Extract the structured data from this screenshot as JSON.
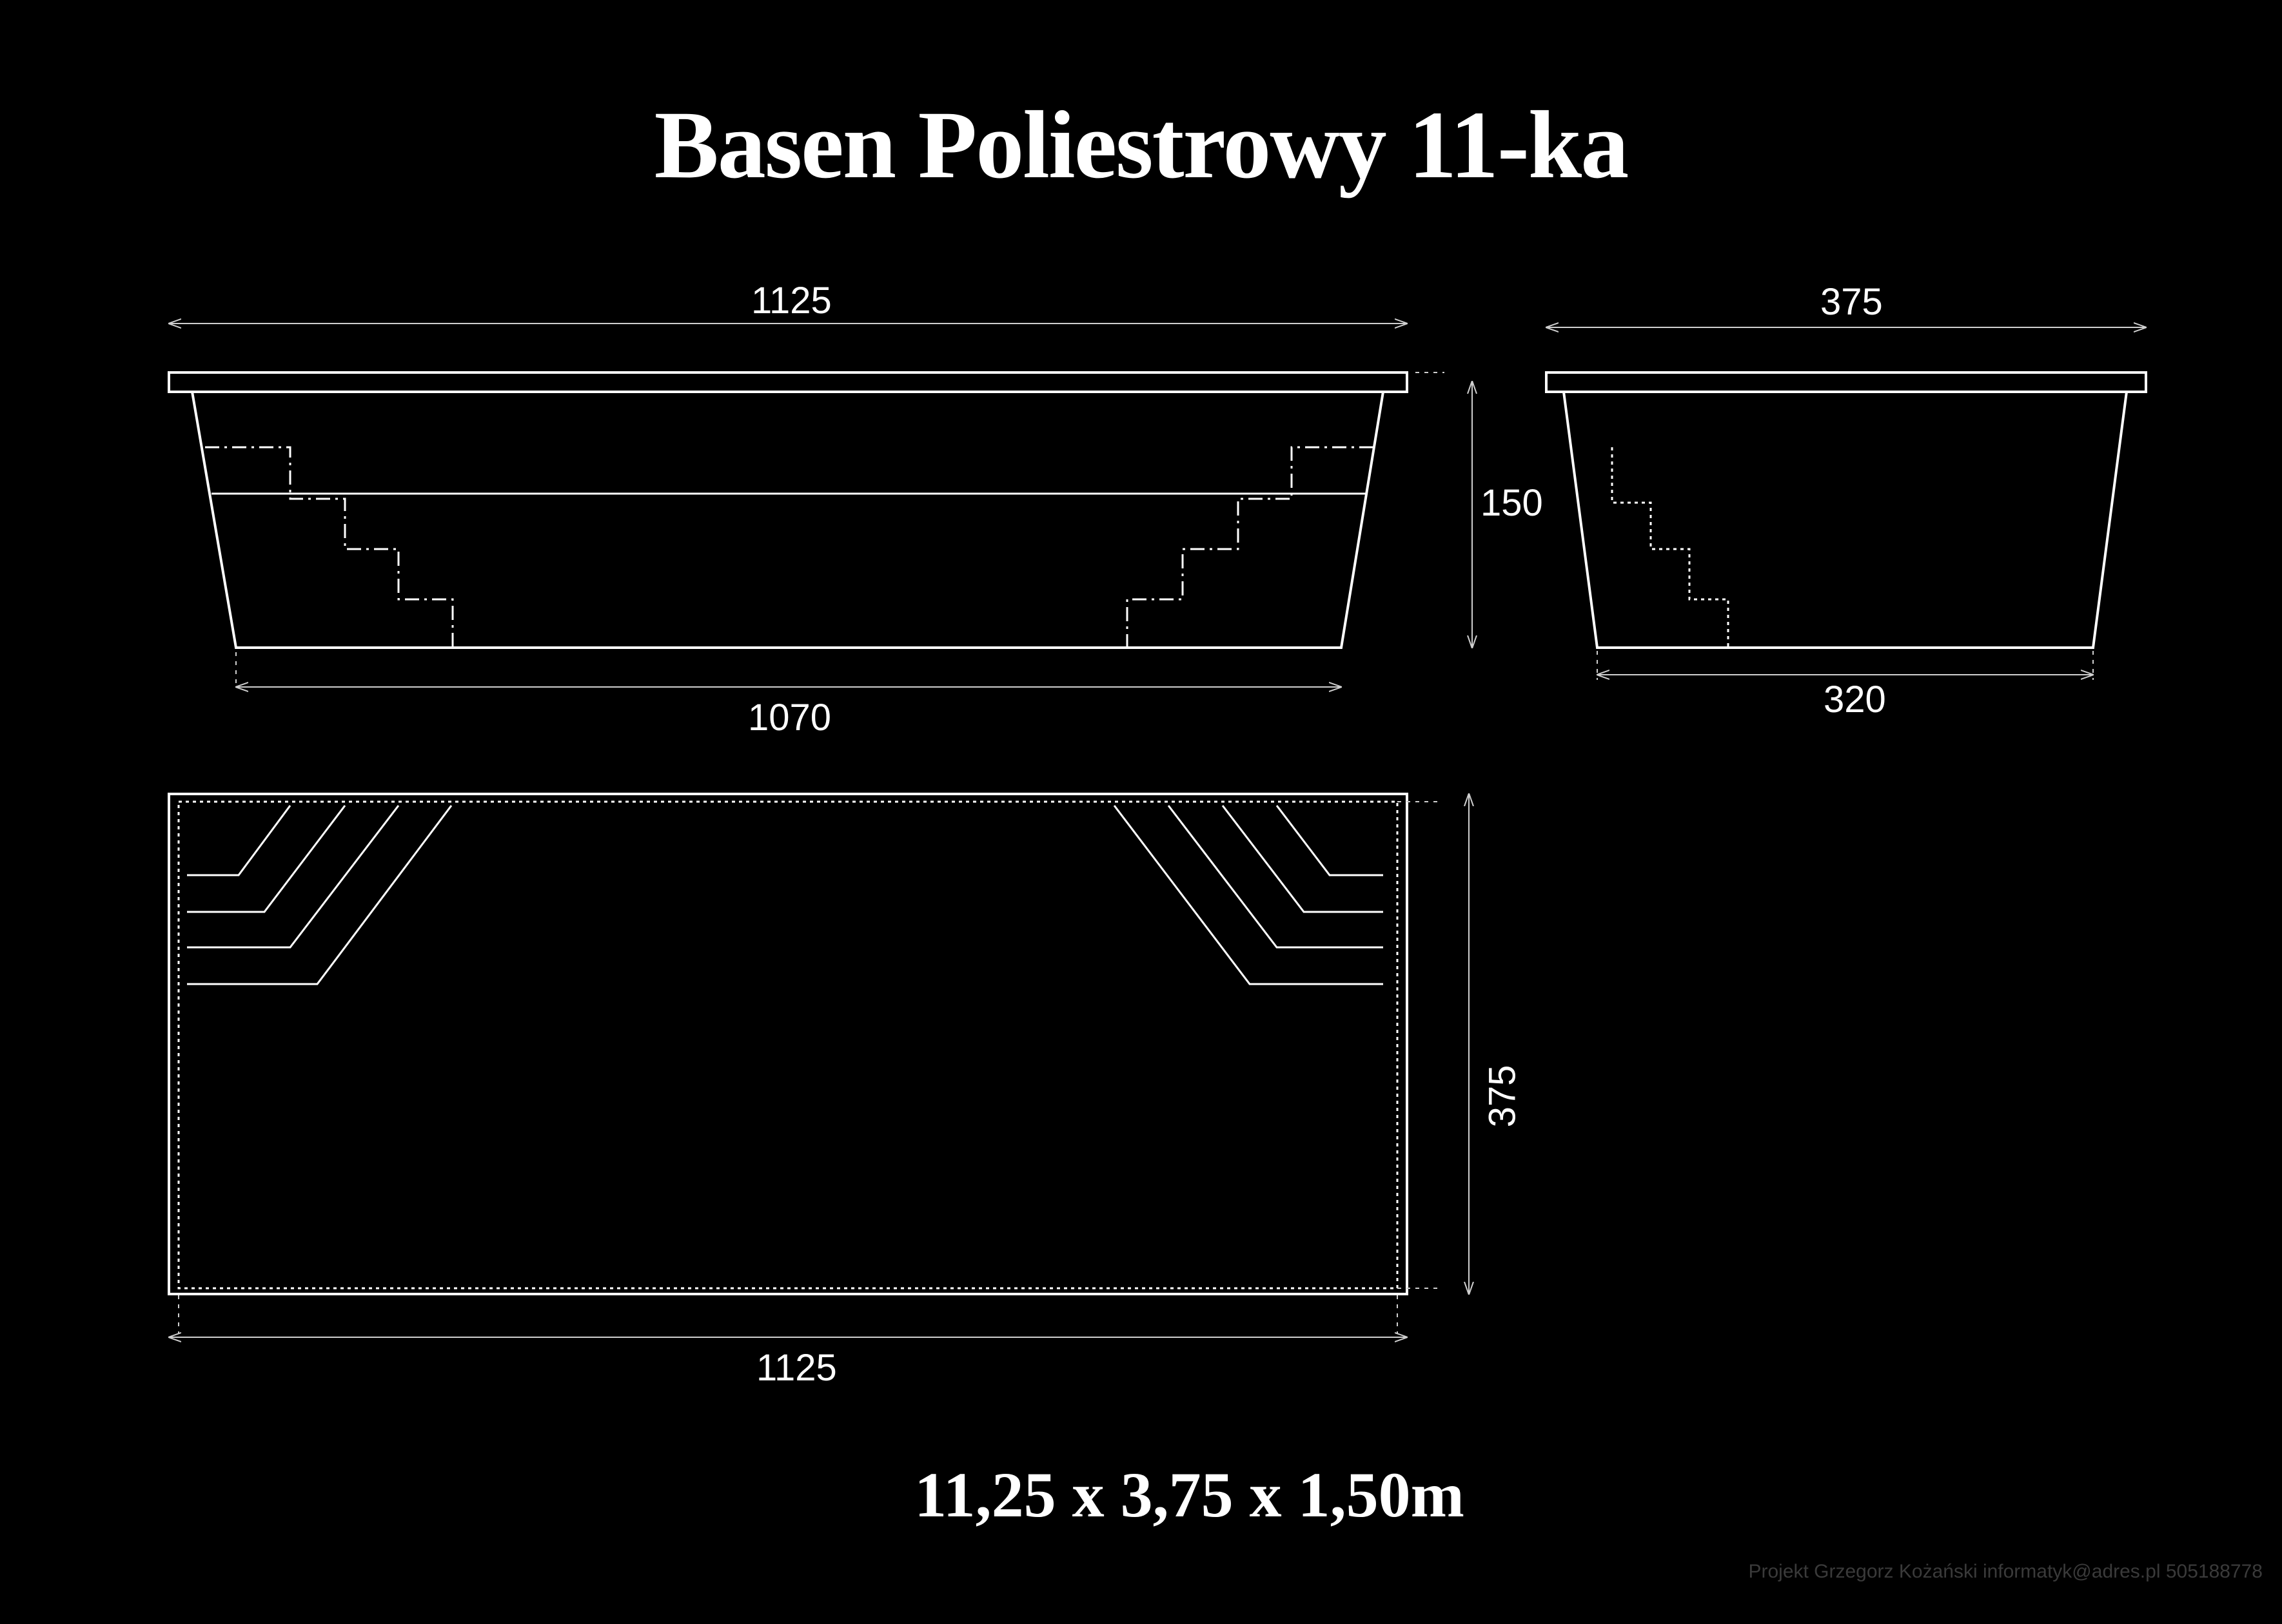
{
  "title": "Basen Poliestrowy 11-ka",
  "dimensions_summary": "11,25 x 3,75 x 1,50m",
  "credit": "Projekt Grzegorz Kożański informatyk@adres.pl 505188778",
  "side_view": {
    "top_length": "1125",
    "bottom_length": "1070",
    "depth": "150"
  },
  "end_view": {
    "top_width": "375",
    "bottom_width": "320"
  },
  "plan_view": {
    "length": "1125",
    "width": "375"
  },
  "colors": {
    "background": "#000000",
    "lines": "#ffffff",
    "dimension_lines": "#cfcfcf",
    "credit": "#3a3a3a"
  }
}
